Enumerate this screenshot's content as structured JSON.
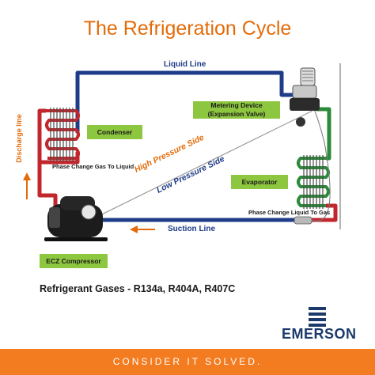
{
  "title": "The Refrigeration Cycle",
  "labels": {
    "liquid_line": "Liquid Line",
    "discharge_line": "Discharge line",
    "suction_line": "Suction Line",
    "high_pressure": "High Pressure Side",
    "low_pressure": "Low Pressure Side",
    "phase_gas_to_liquid": "Phase Change Gas To Liquid",
    "phase_liquid_to_gas": "Phase Change Liquid To Gas"
  },
  "components": {
    "condenser": "Condenser",
    "metering_device": "Metering Device",
    "expansion_valve": "(Expansion Valve)",
    "evaporator": "Evaporator",
    "compressor": "ECZ Compressor"
  },
  "refrigerant_gases": "Refrigerant Gases - R134a, R404A, R407C",
  "brand": "EMERSON",
  "tagline": "CONSIDER IT SOLVED.",
  "colors": {
    "title": "#e36c0a",
    "high_side_pipe": "#c1272d",
    "liquid_line_pipe": "#1f3c88",
    "low_side_pipe": "#2c8a3a",
    "label_box": "#8dc63f",
    "arrow": "#e36c0a",
    "brand_blue": "#1b3a6b",
    "footer": "#f47c20"
  }
}
